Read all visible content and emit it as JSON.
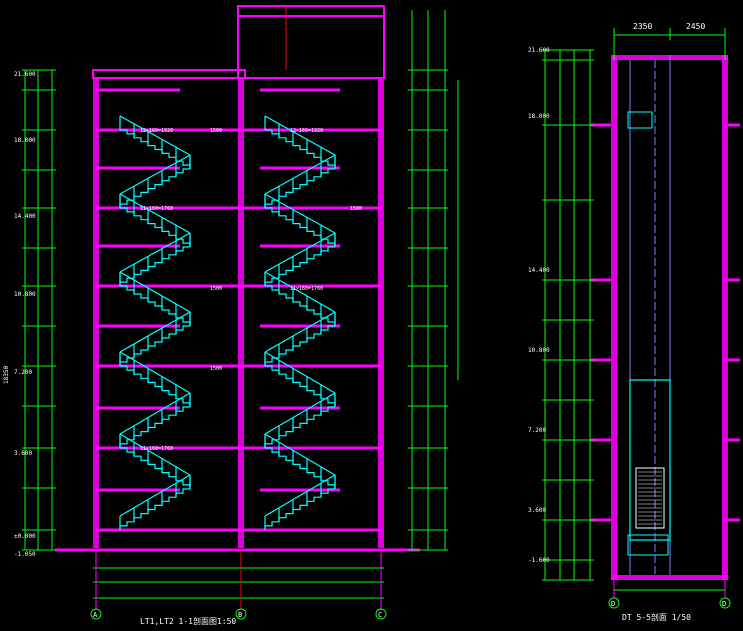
{
  "left_drawing": {
    "title": "LT1,LT2 1-1剖面图1:50",
    "axis_labels": [
      "A",
      "B",
      "C"
    ],
    "left_total": "18350",
    "level_marks": [
      "21.600",
      "18.000",
      "14.400",
      "10.800",
      "7.200",
      "3.600",
      "±0.000",
      "-1.050"
    ],
    "stair_dims": [
      "12×160=1920",
      "12×160=1920",
      "11×160=1760",
      "11×160=1760",
      "11×160=1760"
    ],
    "landing_dims": [
      "1500",
      "1500",
      "1500",
      "1500"
    ]
  },
  "right_drawing": {
    "title": "DT 5-5剖面 1/50",
    "axis_labels": [
      "D",
      "D"
    ],
    "top_dims": [
      "2350",
      "2450"
    ],
    "level_marks": [
      "21.600",
      "18.000",
      "14.400",
      "10.800",
      "7.200",
      "3.600",
      "-1.600"
    ]
  },
  "colors": {
    "background": "#000000",
    "wall": "#ff00ff",
    "stair": "#00ffff",
    "dimension": "#00ff00",
    "text": "#ffffff",
    "accent": "#ff0000",
    "frame": "#8080ff"
  }
}
